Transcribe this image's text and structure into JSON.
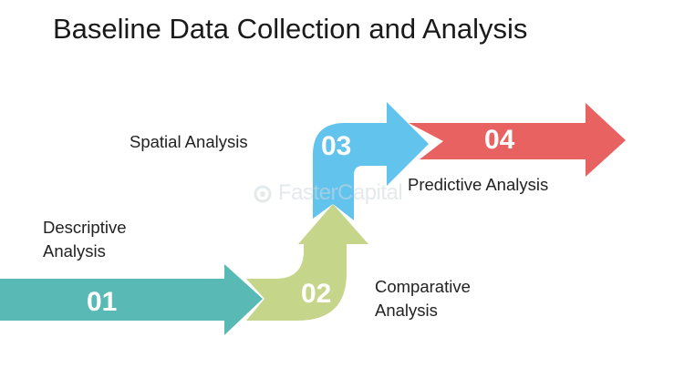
{
  "title": "Baseline Data Collection and Analysis",
  "steps": [
    {
      "number": "01",
      "label_line1": "Descriptive",
      "label_line2": "Analysis",
      "color": "#58B9B5"
    },
    {
      "number": "02",
      "label_line1": "Comparative",
      "label_line2": "Analysis",
      "color": "#C5D68A"
    },
    {
      "number": "03",
      "label_line1": "Spatial Analysis",
      "label_line2": "",
      "color": "#62C3EC"
    },
    {
      "number": "04",
      "label_line1": "Predictive Analysis",
      "label_line2": "",
      "color": "#E96262"
    }
  ],
  "watermark": "FasterCapital"
}
